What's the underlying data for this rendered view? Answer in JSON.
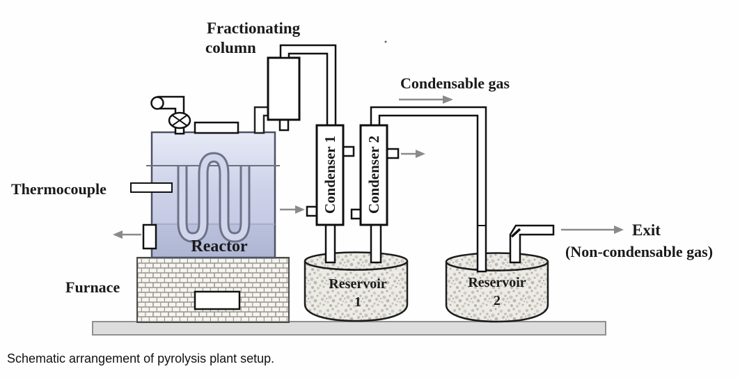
{
  "figure": {
    "type": "schematic-diagram",
    "caption": "Schematic arrangement of pyrolysis plant setup.",
    "labels": {
      "fractionating_column": [
        "Fractionating",
        "column"
      ],
      "condensable_gas": "Condensable gas",
      "thermocouple": "Thermocouple",
      "reactor": "Reactor",
      "furnace": "Furnace",
      "condenser_1": "Condenser 1",
      "condenser_2": "Condenser 2",
      "reservoir_1": [
        "Reservoir",
        "1"
      ],
      "reservoir_2": [
        "Reservoir",
        "2"
      ],
      "exit": "Exit",
      "non_condensable_gas": "(Non-condensable gas)"
    },
    "colors": {
      "outline": "#1a1a1a",
      "flow_arrow": "#8a8a8a",
      "reactor_fill_top": "#e7eaf6",
      "reactor_fill_bottom": "#aeb6d3",
      "reactor_label_text": "#23233f",
      "platform_fill": "#dddddd",
      "brick_face": "#f5f4f0",
      "brick_mortar": "#9a988f",
      "speckle_base": "#edebe6"
    }
  }
}
